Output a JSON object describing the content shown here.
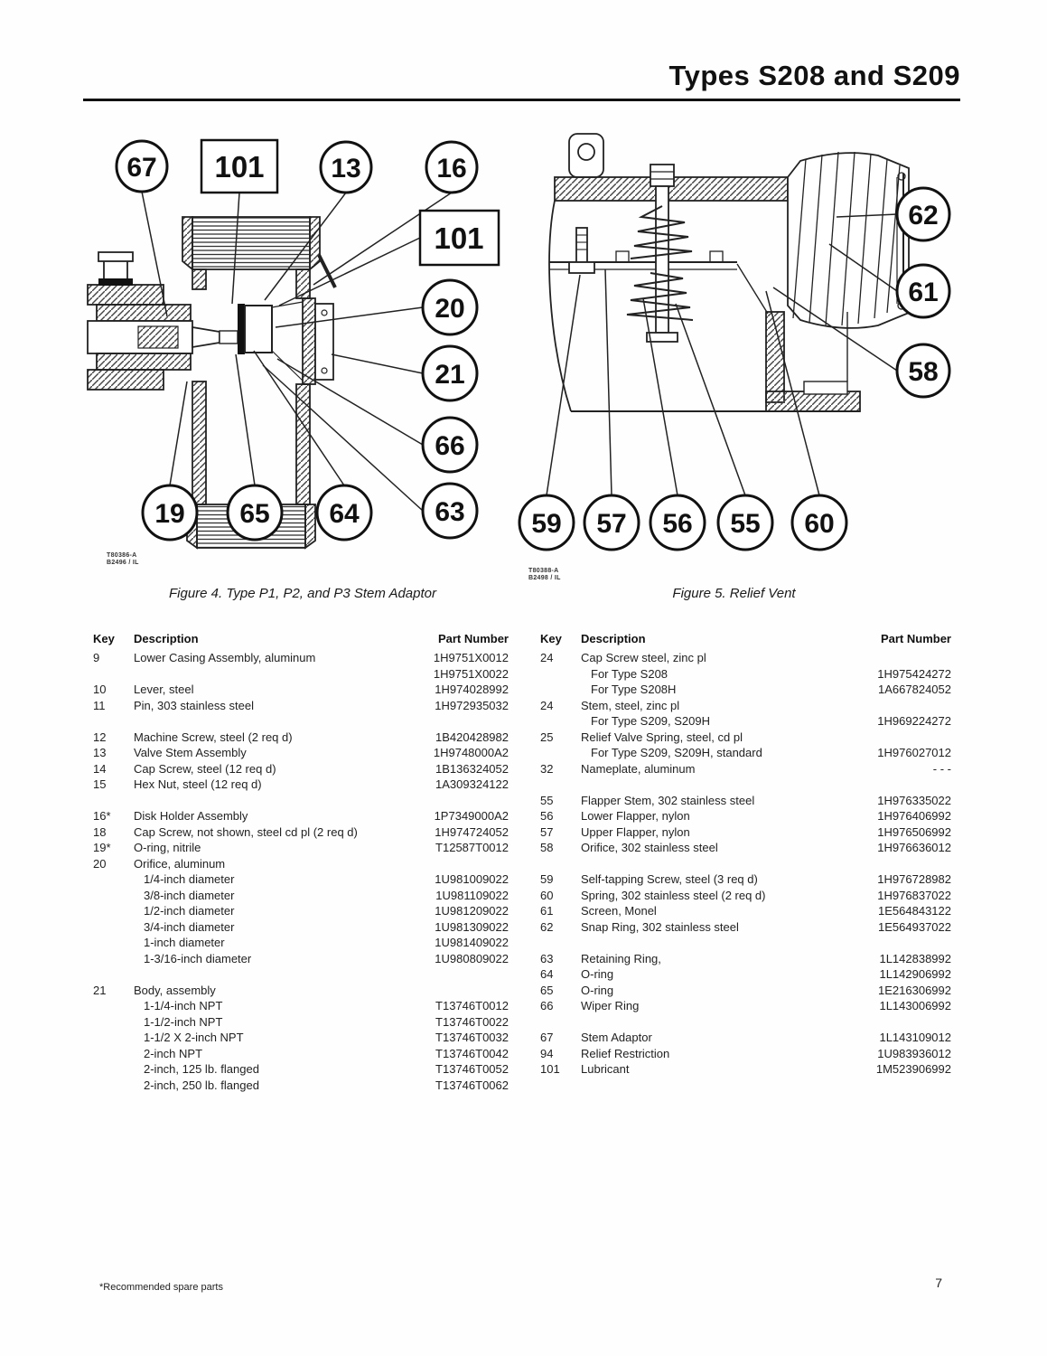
{
  "page": {
    "title": "Types S208 and S209",
    "page_number": "7",
    "footnote": "*Recommended spare parts"
  },
  "figure4": {
    "caption": "Figure 4. Type P1, P2, and P3 Stem Adaptor",
    "code_line1": "T80386-A",
    "code_line2": "B2496 / IL",
    "callouts": {
      "c67": "67",
      "c101a": "101",
      "c13": "13",
      "c16": "16",
      "c101b": "101",
      "c20": "20",
      "c21": "21",
      "c66": "66",
      "c63": "63",
      "c19": "19",
      "c65": "65",
      "c64": "64"
    }
  },
  "figure5": {
    "caption": "Figure 5. Relief Vent",
    "code_line1": "T80388-A",
    "code_line2": "B2498 / IL",
    "callouts": {
      "c62": "62",
      "c61": "61",
      "c58": "58",
      "c59": "59",
      "c57": "57",
      "c56": "56",
      "c55": "55",
      "c60": "60"
    }
  },
  "parts_table_left": {
    "headers": {
      "key": "Key",
      "description": "Description",
      "part": "Part Number"
    },
    "rows": [
      {
        "key": "9",
        "description": "Lower Casing Assembly, aluminum",
        "part": "1H9751X0012"
      },
      {
        "key": "",
        "description": "",
        "part": "1H9751X0022"
      },
      {
        "key": "10",
        "description": "Lever, steel",
        "part": "1H974028992"
      },
      {
        "key": "11",
        "description": "Pin, 303 stainless steel",
        "part": "1H972935032"
      },
      {
        "spacer": true
      },
      {
        "key": "12",
        "description": "Machine Screw, steel (2 req d)",
        "part": "1B420428982"
      },
      {
        "key": "13",
        "description": "Valve Stem Assembly",
        "part": "1H9748000A2"
      },
      {
        "key": "14",
        "description": "Cap Screw, steel (12 req d)",
        "part": "1B136324052"
      },
      {
        "key": "15",
        "description": "Hex Nut, steel (12 req d)",
        "part": "1A309324122"
      },
      {
        "spacer": true
      },
      {
        "key": "16*",
        "description": "Disk Holder Assembly",
        "part": "1P7349000A2"
      },
      {
        "key": "18",
        "description": "Cap Screw, not shown, steel cd pl (2 req d)",
        "part": "1H974724052"
      },
      {
        "key": "19*",
        "description": "O-ring, nitrile",
        "part": "T12587T0012"
      },
      {
        "key": "20",
        "description": "Orifice, aluminum",
        "part": ""
      },
      {
        "key": "",
        "description": "1/4-inch diameter",
        "part": "1U981009022",
        "indent": true
      },
      {
        "key": "",
        "description": "3/8-inch diameter",
        "part": "1U981109022",
        "indent": true
      },
      {
        "key": "",
        "description": "1/2-inch diameter",
        "part": "1U981209022",
        "indent": true
      },
      {
        "key": "",
        "description": "3/4-inch diameter",
        "part": "1U981309022",
        "indent": true
      },
      {
        "key": "",
        "description": "1-inch diameter",
        "part": "1U981409022",
        "indent": true
      },
      {
        "key": "",
        "description": "1-3/16-inch diameter",
        "part": "1U980809022",
        "indent": true
      },
      {
        "spacer": true
      },
      {
        "key": "21",
        "description": "Body, assembly",
        "part": ""
      },
      {
        "key": "",
        "description": "1-1/4-inch NPT",
        "part": "T13746T0012",
        "indent": true
      },
      {
        "key": "",
        "description": "1-1/2-inch NPT",
        "part": "T13746T0022",
        "indent": true
      },
      {
        "key": "",
        "description": "1-1/2 X 2-inch NPT",
        "part": "T13746T0032",
        "indent": true
      },
      {
        "key": "",
        "description": "2-inch NPT",
        "part": "T13746T0042",
        "indent": true
      },
      {
        "key": "",
        "description": "2-inch, 125 lb. flanged",
        "part": "T13746T0052",
        "indent": true
      },
      {
        "key": "",
        "description": "2-inch, 250 lb. flanged",
        "part": "T13746T0062",
        "indent": true
      }
    ]
  },
  "parts_table_right": {
    "headers": {
      "key": "Key",
      "description": "Description",
      "part": "Part Number"
    },
    "rows": [
      {
        "key": "24",
        "description": "Cap Screw steel, zinc pl",
        "part": ""
      },
      {
        "key": "",
        "description": "For Type S208",
        "part": "1H975424272",
        "indent": true
      },
      {
        "key": "",
        "description": "For Type S208H",
        "part": "1A667824052",
        "indent": true
      },
      {
        "key": "24",
        "description": "Stem, steel, zinc pl",
        "part": ""
      },
      {
        "key": "",
        "description": "For Type  S209, S209H",
        "part": "1H969224272",
        "indent": true
      },
      {
        "key": "25",
        "description": "Relief Valve Spring, steel, cd pl",
        "part": ""
      },
      {
        "key": "",
        "description": "For Type S209, S209H, standard",
        "part": "1H976027012",
        "indent": true
      },
      {
        "key": "32",
        "description": "Nameplate, aluminum",
        "part": "- - -"
      },
      {
        "spacer": true
      },
      {
        "key": "55",
        "description": "Flapper Stem, 302 stainless steel",
        "part": "1H976335022"
      },
      {
        "key": "56",
        "description": "Lower Flapper, nylon",
        "part": "1H976406992"
      },
      {
        "key": "57",
        "description": "Upper Flapper, nylon",
        "part": "1H976506992"
      },
      {
        "key": "58",
        "description": "Orifice, 302 stainless steel",
        "part": "1H976636012"
      },
      {
        "spacer": true
      },
      {
        "key": "59",
        "description": "Self-tapping Screw, steel (3 req d)",
        "part": "1H976728982"
      },
      {
        "key": "60",
        "description": "Spring, 302 stainless steel (2 req d)",
        "part": "1H976837022"
      },
      {
        "key": "61",
        "description": "Screen, Monel",
        "part": "1E564843122"
      },
      {
        "key": "62",
        "description": "Snap Ring, 302 stainless steel",
        "part": "1E564937022"
      },
      {
        "spacer": true
      },
      {
        "key": "63",
        "description": "Retaining Ring,",
        "part": "1L142838992"
      },
      {
        "key": "64",
        "description": "O-ring",
        "part": "1L142906992"
      },
      {
        "key": "65",
        "description": "O-ring",
        "part": "1E216306992"
      },
      {
        "key": "66",
        "description": "Wiper Ring",
        "part": "1L143006992"
      },
      {
        "spacer": true
      },
      {
        "key": "67",
        "description": "Stem Adaptor",
        "part": "1L143109012"
      },
      {
        "key": "94",
        "description": "Relief Restriction",
        "part": "1U983936012"
      },
      {
        "key": "101",
        "description": "Lubricant",
        "part": "1M523906992"
      }
    ]
  }
}
